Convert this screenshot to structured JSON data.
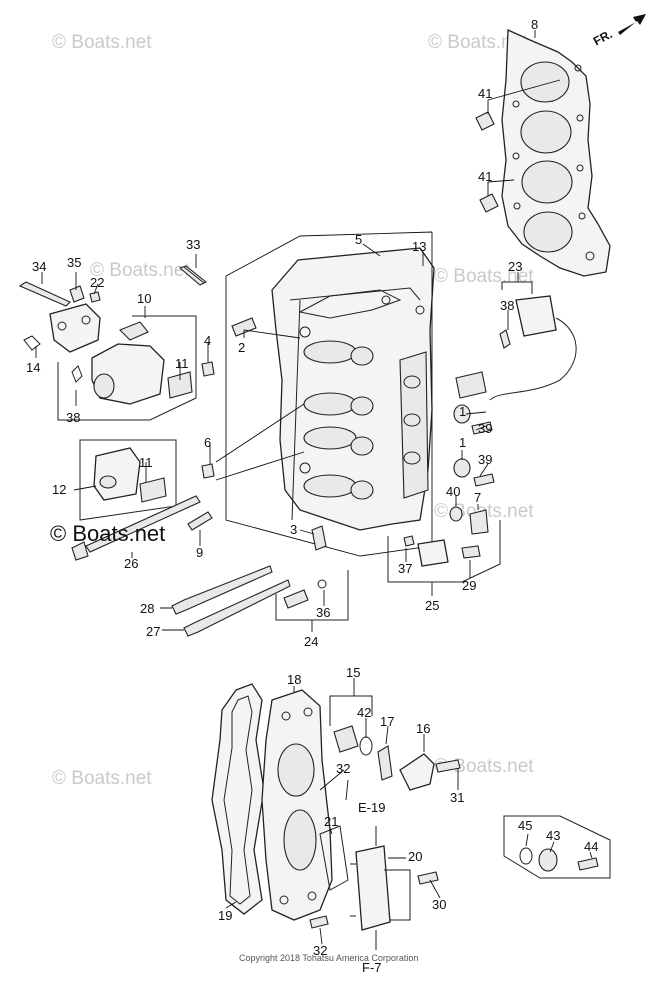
{
  "watermarks": [
    "© Boats.net",
    "© Boats.net",
    "© Boats.net",
    "© Boats.net",
    "© Boats.net",
    "© Boats.net",
    "© Boats.net"
  ],
  "watermark_large": "© Boats.net",
  "direction_label": "FR.",
  "copyright": "Copyright 2018 Tohatsu America Corporation",
  "part_labels": [
    "1",
    "1",
    "2",
    "3",
    "4",
    "5",
    "6",
    "7",
    "8",
    "9",
    "10",
    "11",
    "11",
    "12",
    "13",
    "14",
    "15",
    "16",
    "17",
    "18",
    "19",
    "20",
    "21",
    "22",
    "23",
    "24",
    "25",
    "26",
    "27",
    "28",
    "29",
    "30",
    "31",
    "32",
    "32",
    "33",
    "34",
    "35",
    "36",
    "37",
    "38",
    "38",
    "39",
    "39",
    "40",
    "41",
    "41",
    "42",
    "43",
    "44",
    "45"
  ],
  "reference_labels": [
    "E-19",
    "F-7"
  ]
}
